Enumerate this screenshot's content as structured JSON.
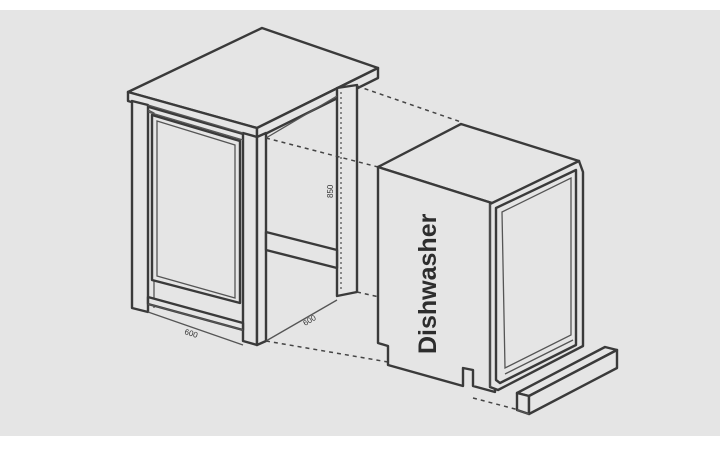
{
  "labels": {
    "dishwasher": "Dishwasher",
    "width_cabinet": "600",
    "depth_cabinet": "600",
    "height_cabinet": "850"
  },
  "colors": {
    "background": "#e5e5e5",
    "line": "#3a3a3a"
  }
}
